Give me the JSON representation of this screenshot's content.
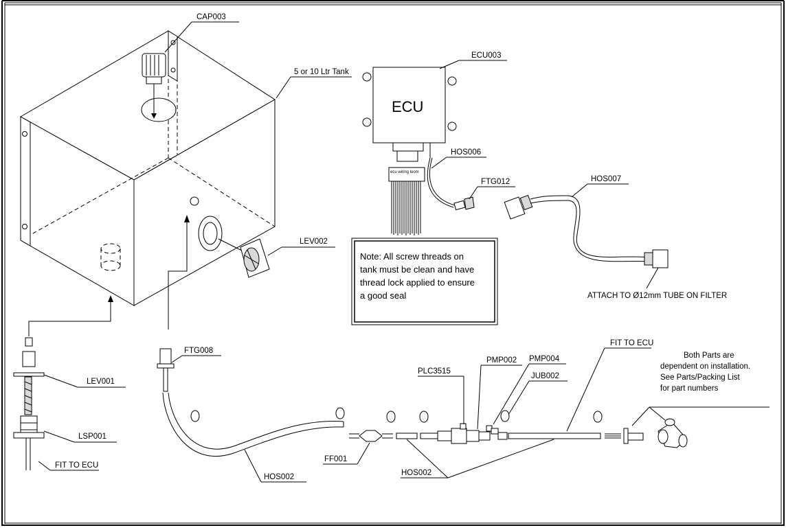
{
  "diagram": {
    "labels": {
      "cap003": "CAP003",
      "tank": "5 or 10 Ltr Tank",
      "ecu003": "ECU003",
      "ecu_text": "ECU",
      "loom_text": "ecu wiring loom",
      "hos006": "HOS006",
      "ftg012": "FTG012",
      "hos007": "HOS007",
      "attach": "ATTACH TO Ø12mm TUBE ON FILTER",
      "lev002": "LEV002",
      "lev001": "LEV001",
      "lsp001": "LSP001",
      "fit_ecu_left": "FIT TO ECU",
      "ftg008": "FTG008",
      "hos002_a": "HOS002",
      "ff001": "FF001",
      "hos002_b": "HOS002",
      "plc3515": "PLC3515",
      "pmp002": "PMP002",
      "pmp004": "PMP004",
      "jub002": "JUB002",
      "fit_ecu_right": "FIT TO ECU"
    },
    "note_lines": [
      "Note: All screw threads on",
      "tank must be clean and have",
      "thread lock applied to ensure",
      "a good seal"
    ],
    "both_parts_lines": [
      "Both Parts are",
      "dependent on installation.",
      "See Parts/Packing List",
      "for part numbers"
    ]
  }
}
